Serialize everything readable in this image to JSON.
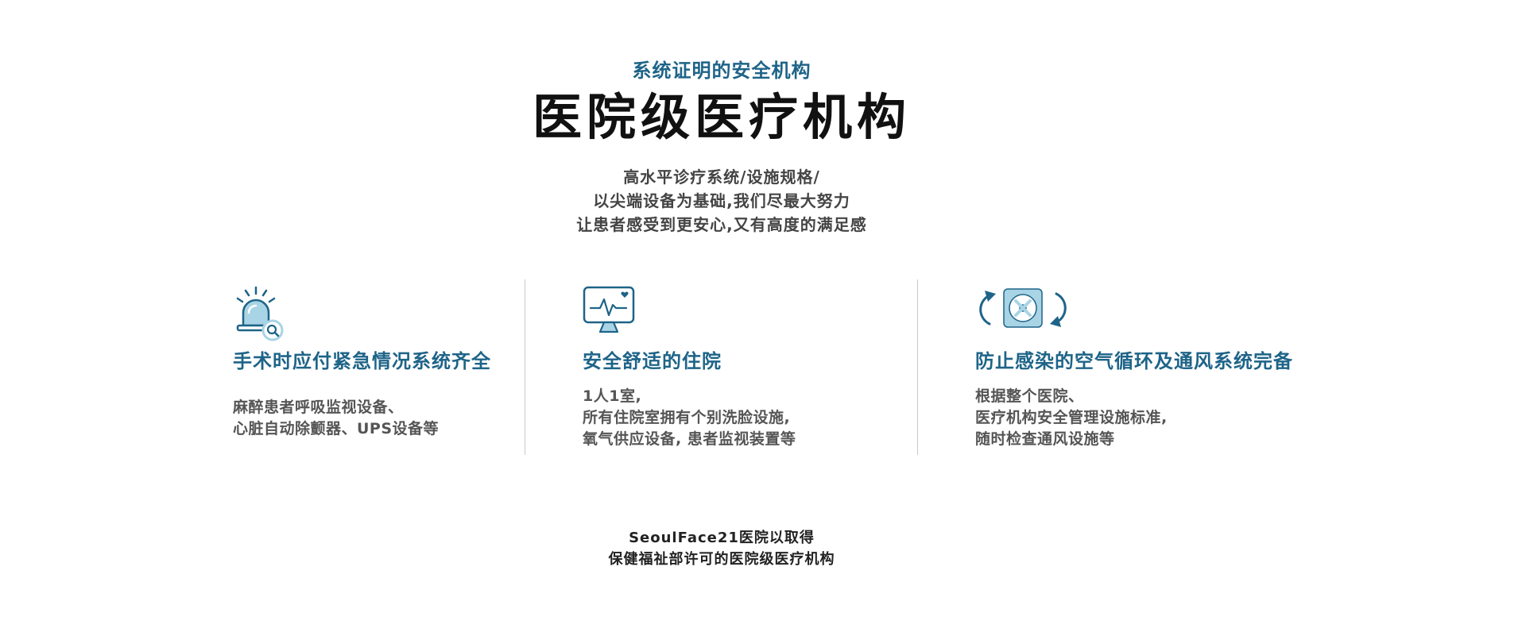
{
  "header": {
    "eyebrow": "系统证明的安全机构",
    "title": "医院级医疗机构",
    "intro_lines": [
      "高水平诊疗系统/设施规格/",
      "以尖端设备为基础,我们尽最大努力",
      "让患者感受到更安心,又有高度的满足感"
    ]
  },
  "features": [
    {
      "icon": "alarm-siren-icon",
      "title": "手术时应付紧急情况系统齐全",
      "desc": [
        "麻醉患者呼吸监视设备、",
        "心脏自动除颤器、UPS设备等"
      ]
    },
    {
      "icon": "heart-monitor-icon",
      "title": "安全舒适的住院",
      "desc": [
        "1人1室,",
        "所有住院室拥有个别洗脸设施,",
        "氧气供应设备, 患者监视装置等"
      ]
    },
    {
      "icon": "ventilation-fan-icon",
      "title": "防止感染的空气循环及通风系统完备",
      "desc": [
        "根据整个医院、",
        "医疗机构安全管理设施标准,",
        "随时检查通风设施等"
      ]
    }
  ],
  "footer": {
    "lines": [
      "SeoulFace21医院以取得",
      "保健福祉部许可的医院级医疗机构"
    ]
  },
  "colors": {
    "accent": "#1e6488",
    "icon_fill": "#a8d4e6",
    "divider": "#c9c9c9"
  }
}
